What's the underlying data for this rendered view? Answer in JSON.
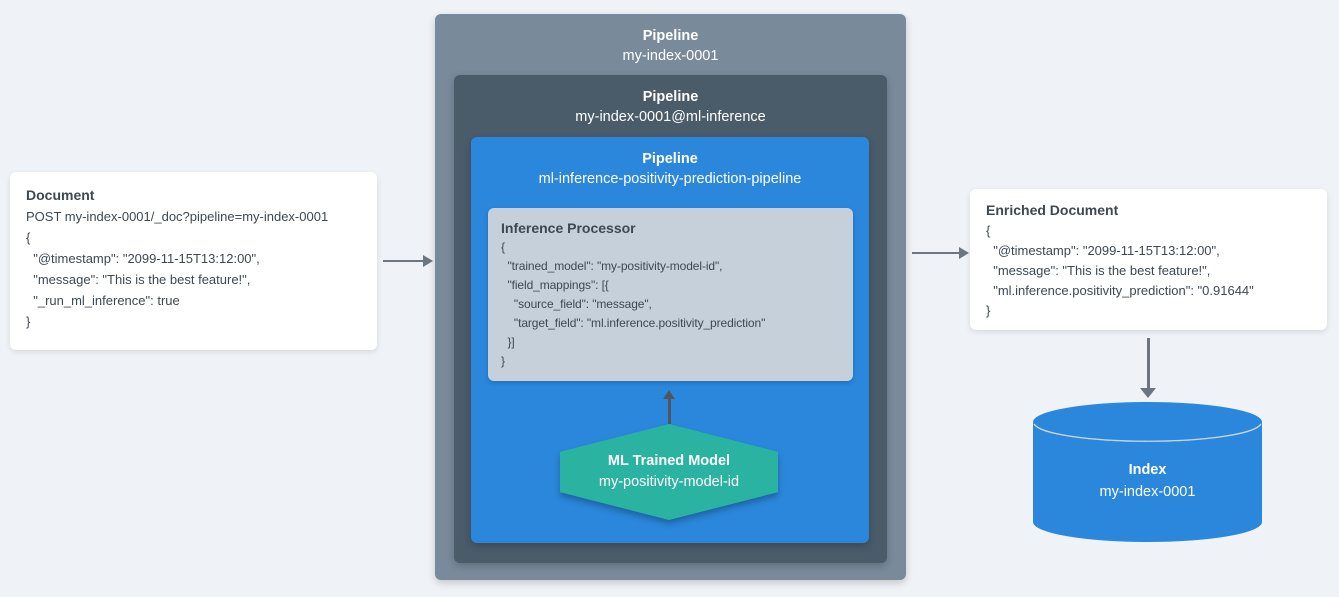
{
  "colors": {
    "background": "#eff2f6",
    "pipeline_outer_bg": "#798a9b",
    "pipeline_ml_bg": "#4a5b6a",
    "pipeline_inference_bg": "#2a87dc",
    "processor_card_bg": "#c6d0da",
    "ml_model_bg": "#2bb3a2",
    "index_cylinder_bg": "#2a87dc",
    "card_bg": "#ffffff",
    "arrow": "#6c7682",
    "text_dark": "#3e4852",
    "text_light": "#ffffff"
  },
  "document_card": {
    "title": "Document",
    "lines": [
      "POST my-index-0001/_doc?pipeline=my-index-0001",
      "{",
      "  \"@timestamp\": \"2099-11-15T13:12:00\",",
      "  \"message\": \"This is the best feature!\",",
      "  \"_run_ml_inference\": true",
      "}"
    ]
  },
  "pipeline_outer": {
    "title": "Pipeline",
    "name": "my-index-0001"
  },
  "pipeline_ml": {
    "title": "Pipeline",
    "name": "my-index-0001@ml-inference"
  },
  "pipeline_inference": {
    "title": "Pipeline",
    "name": "ml-inference-positivity-prediction-pipeline"
  },
  "inference_processor": {
    "title": "Inference Processor",
    "lines": [
      "{",
      "  \"trained_model\": \"my-positivity-model-id\",",
      "  \"field_mappings\": [{",
      "    \"source_field\": \"message\",",
      "    \"target_field\": \"ml.inference.positivity_prediction\"",
      "  }]",
      "}"
    ]
  },
  "ml_model": {
    "title": "ML Trained Model",
    "name": "my-positivity-model-id"
  },
  "enriched_document": {
    "title": "Enriched Document",
    "lines": [
      "{",
      "  \"@timestamp\": \"2099-11-15T13:12:00\",",
      "  \"message\": \"This is the best feature!\",",
      "  \"ml.inference.positivity_prediction\": \"0.91644\"",
      "}"
    ]
  },
  "index_cylinder": {
    "title": "Index",
    "name": "my-index-0001"
  }
}
